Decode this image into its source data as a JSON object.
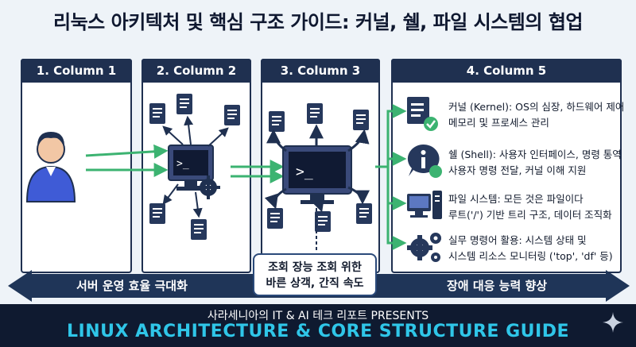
{
  "title": "리눅스 아키텍처 및 핵심 구조 가이드: 커널, 쉘, 파일 시스템의 협업",
  "columns": [
    {
      "label": "1. Column 1"
    },
    {
      "label": "2. Column 2"
    },
    {
      "label": "3. Column 3"
    },
    {
      "label": "4. Column 5"
    }
  ],
  "features": [
    {
      "icon": "kernel-doc-check-icon",
      "title": "커널 (Kernel): OS의 심장, 하드웨어 제어",
      "desc": "메모리 및 프로세스 관리"
    },
    {
      "icon": "shell-info-icon",
      "title": "쉘 (Shell): 사용자 인터페이스, 명령 통역",
      "desc": "사용자 명령 전달, 커널 이해 지원"
    },
    {
      "icon": "computer-tower-icon",
      "title": "파일 시스템: 모든 것은 파일이다",
      "desc": "루트('/') 기반 트리 구조, 데이터 조직화"
    },
    {
      "icon": "gears-icon",
      "title": "실무 명령어 활용: 시스템 상태 및",
      "desc": "시스템 리소스 모니터링 ('top', 'df' 등)"
    }
  ],
  "band": {
    "left": "서버 운영 효율 극대화",
    "right": "장애 대응 능력 향상"
  },
  "callout": {
    "line1": "조회 장능 조회 위한",
    "line2": "바른 상객, 간직 속도"
  },
  "footer": {
    "line1": "사라세니아의 IT & AI 테크 리포트 PRESENTS",
    "line2": "LINUX ARCHITECTURE & CORE STRUCTURE GUIDE"
  },
  "colors": {
    "navy": "#1f3050",
    "green_arrow": "#3cb371",
    "band": "#1f3558",
    "footer_bg": "#0f1a30",
    "footer_accent": "#2fc6e8",
    "monitor": "#3a4a7a"
  },
  "terminal_prompt": ">_"
}
